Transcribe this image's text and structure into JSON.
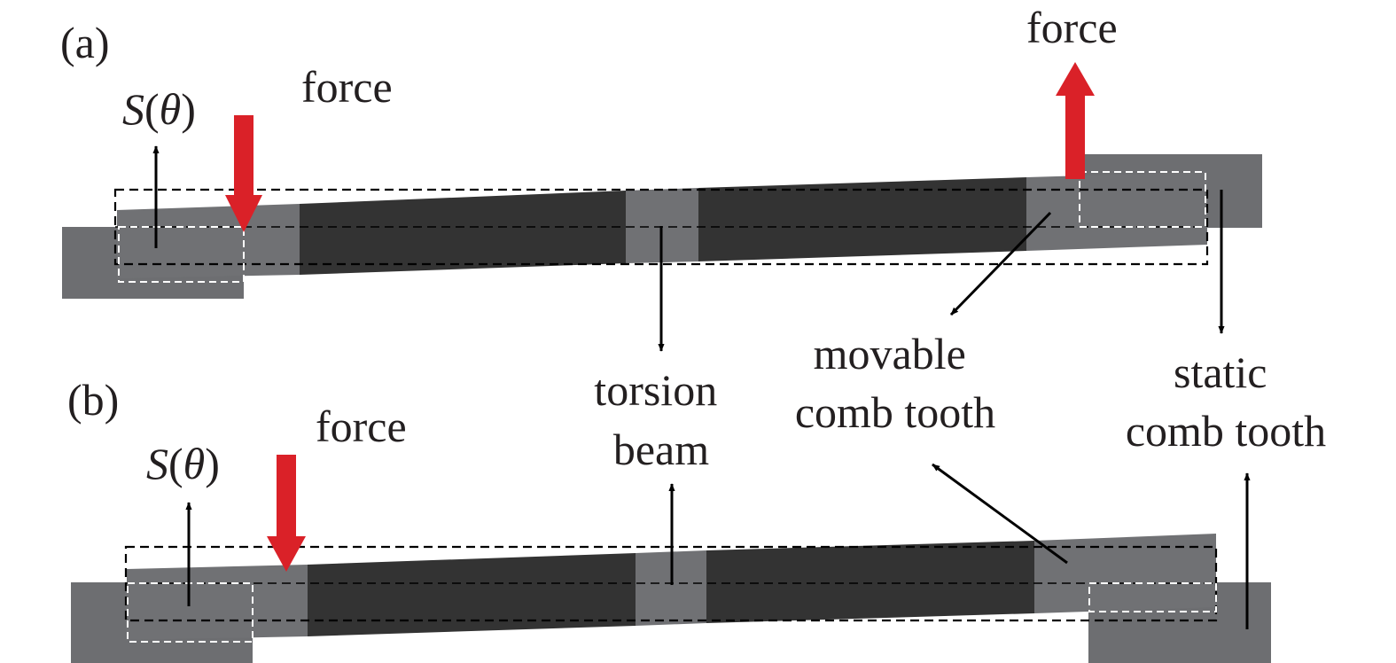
{
  "panel_a": {
    "tag": "(a)",
    "s_theta": {
      "s": "S",
      "open": "(",
      "theta": "θ",
      "close": ")"
    },
    "force_left": "force",
    "force_right": "force"
  },
  "panel_b": {
    "tag": "(b)",
    "s_theta": {
      "s": "S",
      "open": "(",
      "theta": "θ",
      "close": ")"
    },
    "force_left": "force"
  },
  "callouts": {
    "torsion_beam": [
      "torsion",
      "beam"
    ],
    "movable_comb_tooth": [
      "movable",
      "comb tooth"
    ],
    "static_comb_tooth": [
      "static",
      "comb tooth"
    ]
  },
  "colors": {
    "force_arrow": "#da2128",
    "dark_segment": "#333333",
    "light_segment": "#707174",
    "static_block": "#6d6e71",
    "pointer": "#000000"
  }
}
